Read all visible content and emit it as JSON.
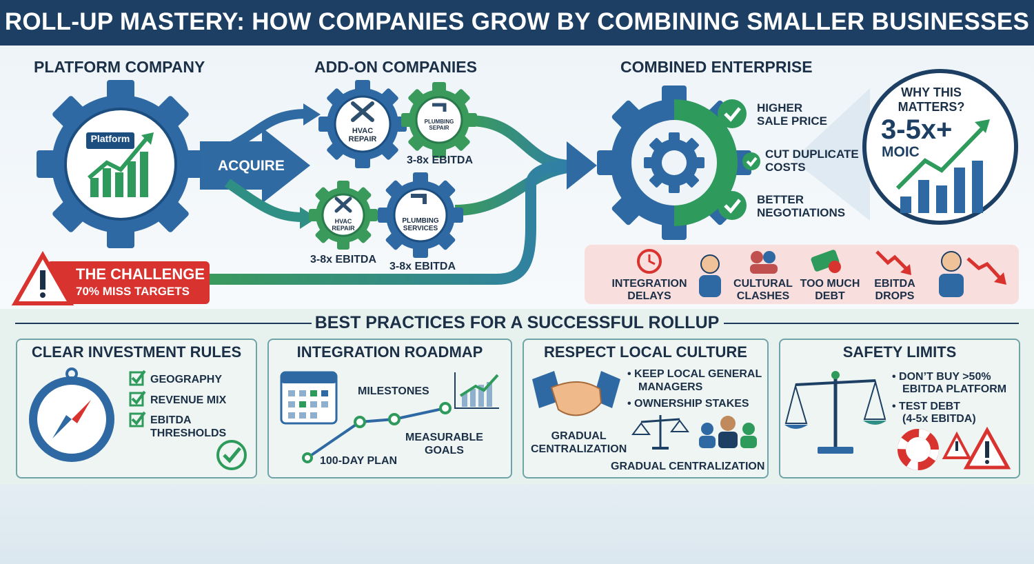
{
  "title": "ROLL-UP MASTERY: HOW COMPANIES GROW BY COMBINING SMALLER BUSINESSES",
  "colors": {
    "navy": "#1d3f63",
    "blue": "#2f6aa2",
    "green": "#2e9a5c",
    "red": "#d8332f",
    "teal": "#2a8a8e"
  },
  "platform": {
    "heading": "PLATFORM COMPANY",
    "badge": "Platform"
  },
  "acquire_label": "ACQUIRE",
  "addons": {
    "heading": "ADD-ON COMPANIES",
    "gears": [
      {
        "label_line1": "HVAC",
        "label_line2": "REPAIR",
        "icon": "wrench-icon"
      },
      {
        "label_line1": "PLUMBING",
        "label_line2": "SEPAIR",
        "icon": "faucet-icon"
      },
      {
        "label_line1": "HVAC",
        "label_line2": "REPAIR",
        "icon": "wrench-icon"
      },
      {
        "label_line1": "PLUMBING",
        "label_line2": "SERVICES",
        "icon": "faucet-icon"
      }
    ],
    "multiples": [
      "3-8x EBITDA",
      "3-8x EBITDA",
      "3-8x EBITDA"
    ]
  },
  "challenge": {
    "title": "THE CHALLENGE",
    "subtitle": "70% MISS TARGETS"
  },
  "combined": {
    "heading": "COMBINED ENTERPRISE",
    "benefits": [
      {
        "line1": "HIGHER",
        "line2": "SALE PRICE"
      },
      {
        "line1": "CUT DUPLICATE",
        "line2": "COSTS"
      },
      {
        "line1": "BETTER",
        "line2": "NEGOTIATIONS"
      }
    ]
  },
  "why": {
    "line1": "WHY THIS",
    "line2": "MATTERS?",
    "metric": "3-5x+",
    "metric_label": "MOIC"
  },
  "challenges": [
    {
      "line1": "INTEGRATION",
      "line2": "DELAYS",
      "icon": "clock-warning-icon"
    },
    {
      "line1": "CULTURAL",
      "line2": "CLASHES",
      "icon": "people-icon"
    },
    {
      "line1": "TOO MUCH",
      "line2": "DEBT",
      "icon": "money-icon"
    },
    {
      "line1": "EBITDA",
      "line2": "DROPS",
      "icon": "down-trend-icon"
    }
  ],
  "best_practices": {
    "heading": "BEST PRACTICES FOR A SUCCESSFUL ROLLUP",
    "investment_rules": {
      "title": "CLEAR INVESTMENT RULES",
      "items": [
        "GEOGRAPHY",
        "REVENUE MIX",
        "EBITDA",
        "THRESHOLDS"
      ]
    },
    "roadmap": {
      "title": "INTEGRATION ROADMAP",
      "milestones": "MILESTONES",
      "goals_line1": "MEASURABLE",
      "goals_line2": "GOALS",
      "plan": "100-DAY PLAN"
    },
    "culture": {
      "title": "RESPECT LOCAL CULTURE",
      "bullet1_line1": "KEEP LOCAL GENERAL",
      "bullet1_line2": "MANAGERS",
      "bullet2": "OWNERSHIP STAKES",
      "left_line1": "GRADUAL",
      "left_line2": "CENTRALIZATION",
      "bottom": "GRADUAL CENTRALIZATION"
    },
    "safety": {
      "title": "SAFETY LIMITS",
      "bullet1_line1": "DON’T BUY >50%",
      "bullet1_line2": "EBITDA PLATFORM",
      "bullet2_line1": "TEST DEBT",
      "bullet2_line2": "(4-5x EBITDA)"
    }
  }
}
